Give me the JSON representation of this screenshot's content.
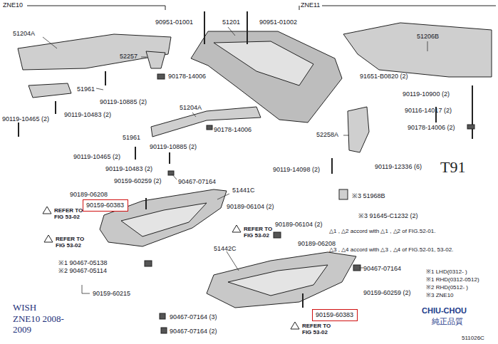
{
  "diagram": {
    "nodes": [
      {
        "text": [
          "90159-60383"
        ]
      },
      {
        "text": [
          "90159-60383"
        ]
      }
    ],
    "labels": [
      "ZNE10",
      "ZNE11",
      "51204A",
      "90951-01001",
      "51201",
      "90951-01002",
      "51206B",
      "52257",
      "51961",
      "90178-14006",
      "90119-10885 (2)",
      "90119-10483 (2)",
      "90119-10465 (2)",
      "51204A",
      "91651-B0820 (2)",
      "90119-10900 (2)",
      "90116-14017 (2)",
      "90178-14006 (2)",
      "90178-14006",
      "52258A",
      "51961",
      "90119-10885 (2)",
      "90119-10465 (2)",
      "90119-10483 (2)",
      "90119-14098 (2)",
      "90119-12336 (6)",
      "T91",
      "90159-60259 (2)",
      "90467-07164",
      "90189-06208",
      "51441C",
      "※3 51968B",
      "90189-06104 (2)",
      "※3 91645-C1232 (2)",
      "REFER TO FIG 53-02",
      "90189-06104 (2)",
      "90189-06208",
      "△1 , △2 accord with △1 , △2 of FIG.52-01.",
      "△3 , △4 accord with △3 , △4 of FIG.52-01, 53-02.",
      "REFER TO FIG 53-02",
      "REFER TO FIG 53-02",
      "51442C",
      "※1 90467-05138",
      "※2 90467-05114",
      "90467-07164",
      "※1 LHD(0312- )",
      "※1 RHD(0312-0512)",
      "※2 RHD(0512- )",
      "※3 ZNE10",
      "90159-60215",
      "90159-60259 (2)",
      "WISH ZNE10 2008-2009",
      "90467-07164 (3)",
      "CHIU-CHOU",
      "純正品質",
      "90467-07164 (2)",
      "REFER TO FIG 53-02",
      "511026C"
    ]
  }
}
